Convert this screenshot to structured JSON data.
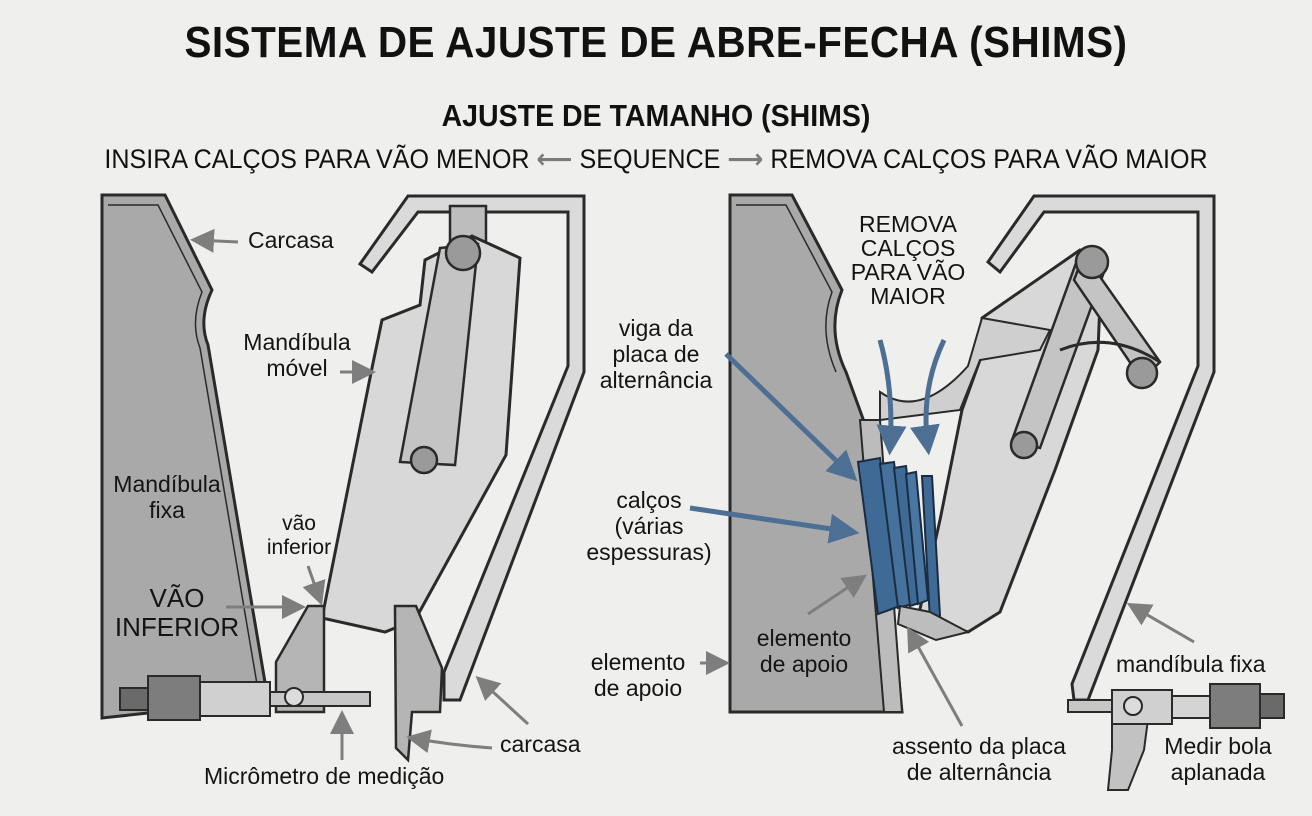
{
  "title": "SISTEMA DE AJUSTE DE ABRE-FECHA (SHIMS)",
  "subtitle": "AJUSTE DE TAMANHO (SHIMS)",
  "sequence": {
    "left": "INSIRA CALÇOS PARA VÃO MENOR",
    "arrow_left": "⟵",
    "middle": "SEQUENCE",
    "arrow_right": "⟶",
    "right": "REMOVA CALÇOS PARA VÃO MAIOR"
  },
  "left_diagram": {
    "carcasa_top": "Carcasa",
    "mandibula_movel": [
      "Mandíbula",
      "móvel"
    ],
    "mandibula_fixa": [
      "Mandíbula",
      "fixa"
    ],
    "vao_inferior_small": [
      "vão",
      "inferior"
    ],
    "vao_inferior_big": [
      "VÃO",
      "INFERIOR"
    ],
    "carcasa_bottom": "carcasa",
    "micrometro": "Micrômetro de medição"
  },
  "right_diagram": {
    "remova_calcos": [
      "REMOVA",
      "CALÇOS",
      "PARA VÃO",
      "MAIOR"
    ],
    "viga": [
      "viga da",
      "placa de",
      "alternância"
    ],
    "calcos": [
      "calços",
      "(várias",
      "espessuras)"
    ],
    "elemento_apoio_outer": [
      "elemento",
      "de apoio"
    ],
    "elemento_apoio_inner": [
      "elemento",
      "de apoio"
    ],
    "assento": [
      "assento da placa",
      "de alternância"
    ],
    "mandibula_fixa": "mandíbula fixa",
    "medir_bola": [
      "Medir bola",
      "aplanada"
    ]
  },
  "colors": {
    "background": "#efefed",
    "dark_gray": "#a9a9a9",
    "light_gray": "#dadada",
    "outline": "#2a2a2a",
    "shim_blue": "#3f6a96",
    "arrow_gray": "#7e7e7e",
    "arrow_blue": "#4d6f93"
  }
}
